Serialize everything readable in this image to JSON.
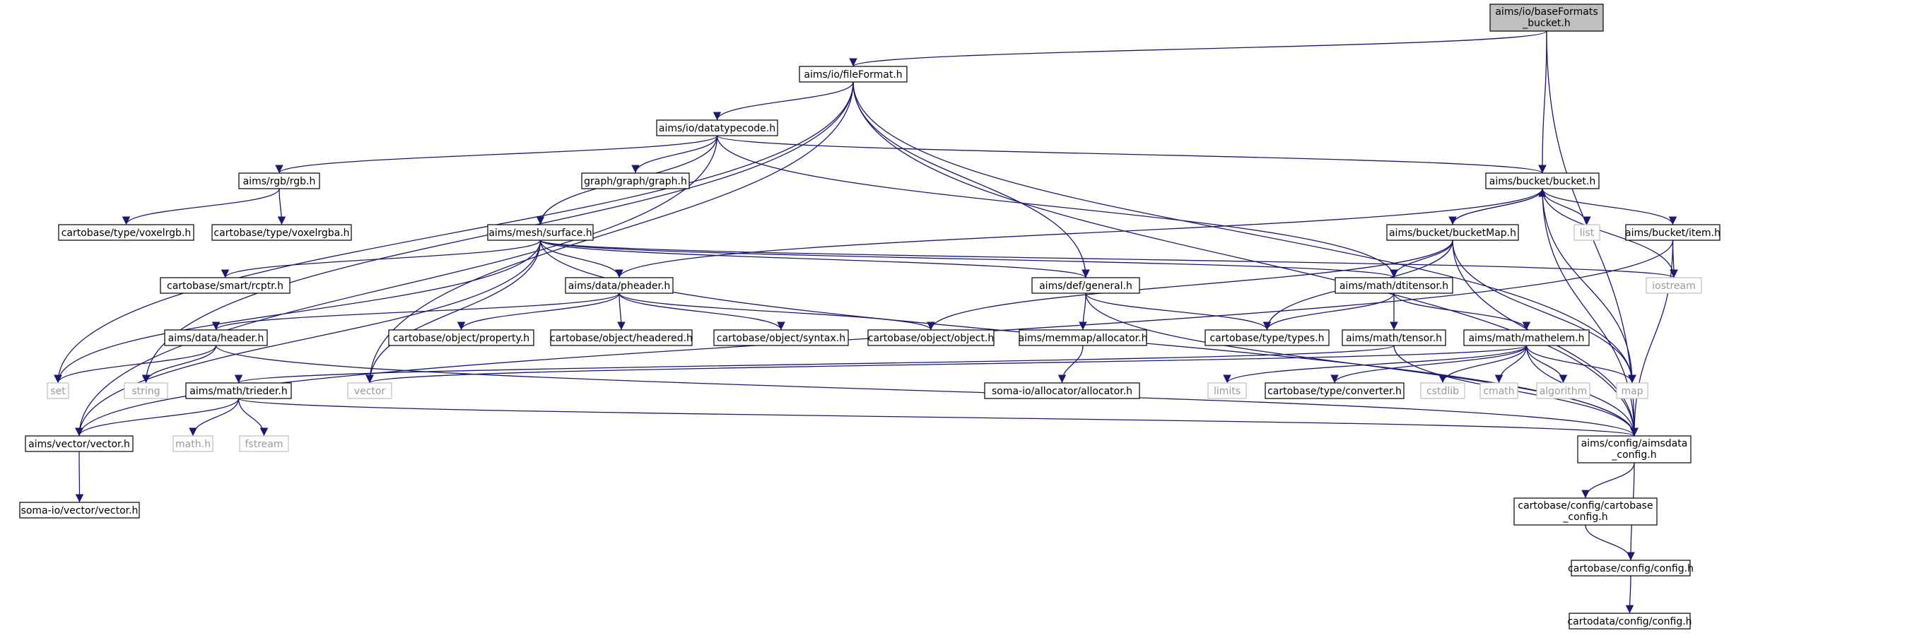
{
  "nodes": [
    {
      "id": "root",
      "lines": [
        "aims/io/baseFormats",
        "_bucket.h"
      ],
      "kind": "root"
    },
    {
      "id": "fileFormat",
      "lines": [
        "aims/io/fileFormat.h"
      ],
      "kind": "file"
    },
    {
      "id": "datatypecode",
      "lines": [
        "aims/io/datatypecode.h"
      ],
      "kind": "file"
    },
    {
      "id": "bucket",
      "lines": [
        "aims/bucket/bucket.h"
      ],
      "kind": "file"
    },
    {
      "id": "rgb",
      "lines": [
        "aims/rgb/rgb.h"
      ],
      "kind": "file"
    },
    {
      "id": "graph",
      "lines": [
        "graph/graph/graph.h"
      ],
      "kind": "file"
    },
    {
      "id": "voxelrgb",
      "lines": [
        "cartobase/type/voxelrgb.h"
      ],
      "kind": "file"
    },
    {
      "id": "voxelrgba",
      "lines": [
        "cartobase/type/voxelrgba.h"
      ],
      "kind": "file"
    },
    {
      "id": "surface",
      "lines": [
        "aims/mesh/surface.h"
      ],
      "kind": "file"
    },
    {
      "id": "bucketMap",
      "lines": [
        "aims/bucket/bucketMap.h"
      ],
      "kind": "file"
    },
    {
      "id": "list",
      "lines": [
        "list"
      ],
      "kind": "sys"
    },
    {
      "id": "item",
      "lines": [
        "aims/bucket/item.h"
      ],
      "kind": "file"
    },
    {
      "id": "rcptr",
      "lines": [
        "cartobase/smart/rcptr.h"
      ],
      "kind": "file"
    },
    {
      "id": "pheader",
      "lines": [
        "aims/data/pheader.h"
      ],
      "kind": "file"
    },
    {
      "id": "general",
      "lines": [
        "aims/def/general.h"
      ],
      "kind": "file"
    },
    {
      "id": "dtitensor",
      "lines": [
        "aims/math/dtitensor.h"
      ],
      "kind": "file"
    },
    {
      "id": "iostream",
      "lines": [
        "iostream"
      ],
      "kind": "sys"
    },
    {
      "id": "header",
      "lines": [
        "aims/data/header.h"
      ],
      "kind": "file"
    },
    {
      "id": "property",
      "lines": [
        "cartobase/object/property.h"
      ],
      "kind": "file"
    },
    {
      "id": "headered",
      "lines": [
        "cartobase/object/headered.h"
      ],
      "kind": "file"
    },
    {
      "id": "syntax",
      "lines": [
        "cartobase/object/syntax.h"
      ],
      "kind": "file"
    },
    {
      "id": "object",
      "lines": [
        "cartobase/object/object.h"
      ],
      "kind": "file"
    },
    {
      "id": "allocator",
      "lines": [
        "aims/memmap/allocator.h"
      ],
      "kind": "file"
    },
    {
      "id": "types",
      "lines": [
        "cartobase/type/types.h"
      ],
      "kind": "file"
    },
    {
      "id": "tensor",
      "lines": [
        "aims/math/tensor.h"
      ],
      "kind": "file"
    },
    {
      "id": "mathelem",
      "lines": [
        "aims/math/mathelem.h"
      ],
      "kind": "file"
    },
    {
      "id": "set",
      "lines": [
        "set"
      ],
      "kind": "sys"
    },
    {
      "id": "string",
      "lines": [
        "string"
      ],
      "kind": "sys"
    },
    {
      "id": "trieder",
      "lines": [
        "aims/math/trieder.h"
      ],
      "kind": "file"
    },
    {
      "id": "vector",
      "lines": [
        "vector"
      ],
      "kind": "sys"
    },
    {
      "id": "somaalloc",
      "lines": [
        "soma-io/allocator/allocator.h"
      ],
      "kind": "file"
    },
    {
      "id": "limits",
      "lines": [
        "limits"
      ],
      "kind": "sys"
    },
    {
      "id": "converter",
      "lines": [
        "cartobase/type/converter.h"
      ],
      "kind": "file"
    },
    {
      "id": "cstdlib",
      "lines": [
        "cstdlib"
      ],
      "kind": "sys"
    },
    {
      "id": "cmath",
      "lines": [
        "cmath"
      ],
      "kind": "sys"
    },
    {
      "id": "algorithm",
      "lines": [
        "algorithm"
      ],
      "kind": "sys"
    },
    {
      "id": "map",
      "lines": [
        "map"
      ],
      "kind": "sys"
    },
    {
      "id": "vectorh",
      "lines": [
        "aims/vector/vector.h"
      ],
      "kind": "file"
    },
    {
      "id": "mathh",
      "lines": [
        "math.h"
      ],
      "kind": "sys"
    },
    {
      "id": "fstream",
      "lines": [
        "fstream"
      ],
      "kind": "sys"
    },
    {
      "id": "aimsdata",
      "lines": [
        "aims/config/aimsdata",
        "_config.h"
      ],
      "kind": "file"
    },
    {
      "id": "somavector",
      "lines": [
        "soma-io/vector/vector.h"
      ],
      "kind": "file"
    },
    {
      "id": "cartobaseconfig",
      "lines": [
        "cartobase/config/cartobase",
        "_config.h"
      ],
      "kind": "file"
    },
    {
      "id": "config",
      "lines": [
        "cartobase/config/config.h"
      ],
      "kind": "file"
    },
    {
      "id": "cartodata",
      "lines": [
        "cartodata/config/config.h"
      ],
      "kind": "file"
    }
  ],
  "edges": [
    [
      "root",
      "fileFormat"
    ],
    [
      "root",
      "bucket"
    ],
    [
      "root",
      "aimsdata"
    ],
    [
      "fileFormat",
      "datatypecode"
    ],
    [
      "fileFormat",
      "general"
    ],
    [
      "fileFormat",
      "set"
    ],
    [
      "fileFormat",
      "string"
    ],
    [
      "fileFormat",
      "vector"
    ],
    [
      "fileFormat",
      "map"
    ],
    [
      "fileFormat",
      "aimsdata"
    ],
    [
      "datatypecode",
      "rgb"
    ],
    [
      "datatypecode",
      "graph"
    ],
    [
      "datatypecode",
      "surface"
    ],
    [
      "datatypecode",
      "bucket"
    ],
    [
      "datatypecode",
      "dtitensor"
    ],
    [
      "datatypecode",
      "vectorh"
    ],
    [
      "rgb",
      "voxelrgb"
    ],
    [
      "rgb",
      "voxelrgba"
    ],
    [
      "surface",
      "rcptr"
    ],
    [
      "surface",
      "pheader"
    ],
    [
      "surface",
      "general"
    ],
    [
      "surface",
      "dtitensor"
    ],
    [
      "surface",
      "iostream"
    ],
    [
      "surface",
      "set"
    ],
    [
      "surface",
      "vector"
    ],
    [
      "surface",
      "vectorh"
    ],
    [
      "surface",
      "aimsdata"
    ],
    [
      "bucket",
      "bucketMap"
    ],
    [
      "bucket",
      "list"
    ],
    [
      "bucket",
      "item"
    ],
    [
      "bucket",
      "iostream"
    ],
    [
      "bucket",
      "map"
    ],
    [
      "bucket",
      "pheader"
    ],
    [
      "bucket",
      "aimsdata"
    ],
    [
      "bucketMap",
      "bucket"
    ],
    [
      "bucketMap",
      "dtitensor"
    ],
    [
      "bucketMap",
      "types"
    ],
    [
      "bucketMap",
      "object"
    ],
    [
      "bucketMap",
      "map"
    ],
    [
      "bucketMap",
      "aimsdata"
    ],
    [
      "item",
      "iostream"
    ],
    [
      "item",
      "vectorh"
    ],
    [
      "item",
      "aimsdata"
    ],
    [
      "pheader",
      "header"
    ],
    [
      "pheader",
      "property"
    ],
    [
      "pheader",
      "headered"
    ],
    [
      "pheader",
      "syntax"
    ],
    [
      "pheader",
      "object"
    ],
    [
      "general",
      "types"
    ],
    [
      "general",
      "allocator"
    ],
    [
      "general",
      "aimsdata"
    ],
    [
      "dtitensor",
      "types"
    ],
    [
      "dtitensor",
      "tensor"
    ],
    [
      "dtitensor",
      "mathelem"
    ],
    [
      "header",
      "set"
    ],
    [
      "header",
      "string"
    ],
    [
      "header",
      "aimsdata"
    ],
    [
      "allocator",
      "somaalloc"
    ],
    [
      "tensor",
      "trieder"
    ],
    [
      "tensor",
      "aimsdata"
    ],
    [
      "mathelem",
      "limits"
    ],
    [
      "mathelem",
      "converter"
    ],
    [
      "mathelem",
      "cstdlib"
    ],
    [
      "mathelem",
      "cmath"
    ],
    [
      "mathelem",
      "algorithm"
    ],
    [
      "mathelem",
      "map"
    ],
    [
      "mathelem",
      "vector"
    ],
    [
      "mathelem",
      "aimsdata"
    ],
    [
      "trieder",
      "vectorh"
    ],
    [
      "trieder",
      "mathh"
    ],
    [
      "trieder",
      "fstream"
    ],
    [
      "trieder",
      "aimsdata"
    ],
    [
      "vectorh",
      "somavector"
    ],
    [
      "aimsdata",
      "cartobaseconfig"
    ],
    [
      "aimsdata",
      "config"
    ],
    [
      "cartobaseconfig",
      "config"
    ],
    [
      "config",
      "cartodata"
    ]
  ]
}
